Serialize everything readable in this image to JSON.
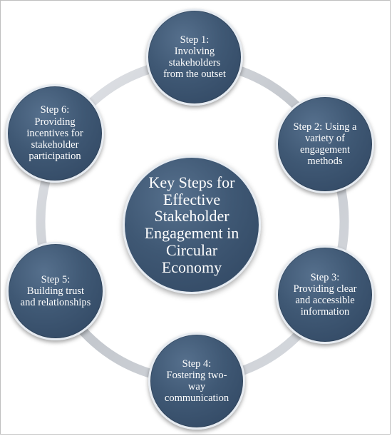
{
  "diagram": {
    "center": {
      "label": "Key Steps for Effective Stakeholder Engagement in Circular Economy"
    },
    "steps": [
      {
        "label": "Step 1:\nInvolving stakeholders from the outset"
      },
      {
        "label": "Step 2: Using a variety of engagement methods"
      },
      {
        "label": "Step 3:\nProviding clear and accessible information"
      },
      {
        "label": "Step 4:\nFostering two-way communication"
      },
      {
        "label": "Step 5:\nBuilding trust and relationships"
      },
      {
        "label": "Step 6:\nProviding incentives for stakeholder participation"
      }
    ],
    "colors": {
      "node_fill": "#3f5874",
      "node_border": "#e6ebf1",
      "ring": "#c9ccd1",
      "text": "#ffffff"
    }
  }
}
